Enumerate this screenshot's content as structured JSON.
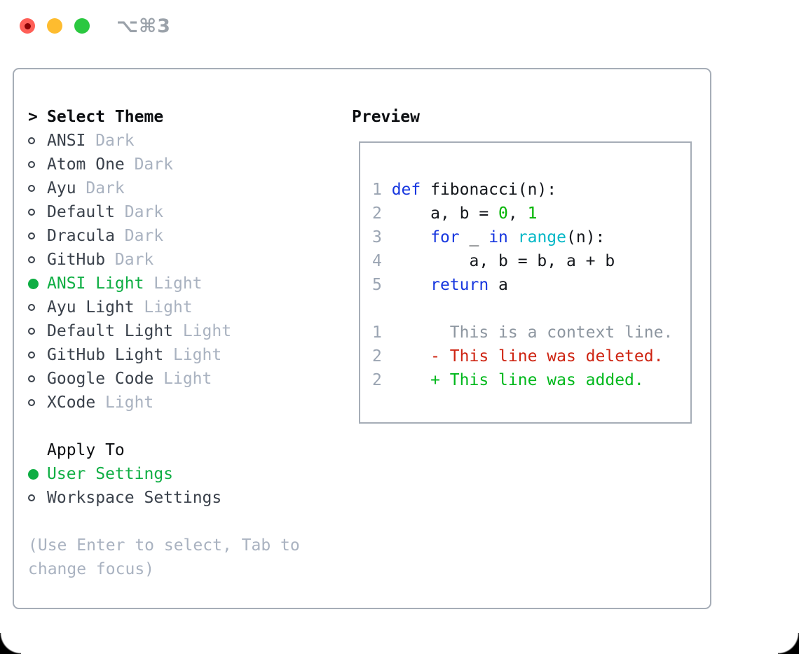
{
  "titlebar": {
    "shortcut": "⌥⌘3"
  },
  "theme_picker": {
    "cursor": ">",
    "header": "Select Theme",
    "items": [
      {
        "name": "ANSI",
        "variant": "Dark",
        "selected": false
      },
      {
        "name": "Atom One",
        "variant": "Dark",
        "selected": false
      },
      {
        "name": "Ayu",
        "variant": "Dark",
        "selected": false
      },
      {
        "name": "Default",
        "variant": "Dark",
        "selected": false
      },
      {
        "name": "Dracula",
        "variant": "Dark",
        "selected": false
      },
      {
        "name": "GitHub",
        "variant": "Dark",
        "selected": false
      },
      {
        "name": "ANSI Light",
        "variant": "Light",
        "selected": true
      },
      {
        "name": "Ayu Light",
        "variant": "Light",
        "selected": false
      },
      {
        "name": "Default Light",
        "variant": "Light",
        "selected": false
      },
      {
        "name": "GitHub Light",
        "variant": "Light",
        "selected": false
      },
      {
        "name": "Google Code",
        "variant": "Light",
        "selected": false
      },
      {
        "name": "XCode",
        "variant": "Light",
        "selected": false
      }
    ]
  },
  "apply_to": {
    "header": "Apply To",
    "options": [
      {
        "label": "User Settings",
        "selected": true
      },
      {
        "label": "Workspace Settings",
        "selected": false
      }
    ]
  },
  "hint_lines": [
    "(Use Enter to select, Tab to",
    "change focus)"
  ],
  "preview": {
    "title": "Preview",
    "code_lines": [
      {
        "num": "1",
        "segments": [
          {
            "text": "def",
            "color": "keyword"
          },
          {
            "text": " fibonacci(n):",
            "color": "default"
          }
        ]
      },
      {
        "num": "2",
        "segments": [
          {
            "text": "    a, b = ",
            "color": "default"
          },
          {
            "text": "0",
            "color": "number"
          },
          {
            "text": ", ",
            "color": "default"
          },
          {
            "text": "1",
            "color": "number"
          }
        ]
      },
      {
        "num": "3",
        "segments": [
          {
            "text": "    ",
            "color": "default"
          },
          {
            "text": "for",
            "color": "keyword"
          },
          {
            "text": " _ ",
            "color": "default"
          },
          {
            "text": "in",
            "color": "keyword"
          },
          {
            "text": " ",
            "color": "default"
          },
          {
            "text": "range",
            "color": "builtin"
          },
          {
            "text": "(n):",
            "color": "default"
          }
        ]
      },
      {
        "num": "4",
        "segments": [
          {
            "text": "        a, b = b, a + b",
            "color": "default"
          }
        ]
      },
      {
        "num": "5",
        "segments": [
          {
            "text": "    ",
            "color": "default"
          },
          {
            "text": "return",
            "color": "keyword"
          },
          {
            "text": " a",
            "color": "default"
          }
        ]
      },
      {
        "num": "",
        "segments": []
      },
      {
        "num": "1",
        "segments": [
          {
            "text": "      This is a context line.",
            "color": "context"
          }
        ]
      },
      {
        "num": "2",
        "segments": [
          {
            "text": "    - This line was deleted.",
            "color": "deleted"
          }
        ]
      },
      {
        "num": "2",
        "segments": [
          {
            "text": "    + This line was added.",
            "color": "added"
          }
        ]
      }
    ]
  },
  "colors": {
    "green": "#0eae43",
    "kw": "#1636df",
    "builtin": "#00b7c6",
    "numlit": "#00b400",
    "added": "#00b81c",
    "deleted": "#ce2412",
    "context": "#8d96a0",
    "border": "#a6adb7",
    "muted": "#a9b2c0"
  }
}
